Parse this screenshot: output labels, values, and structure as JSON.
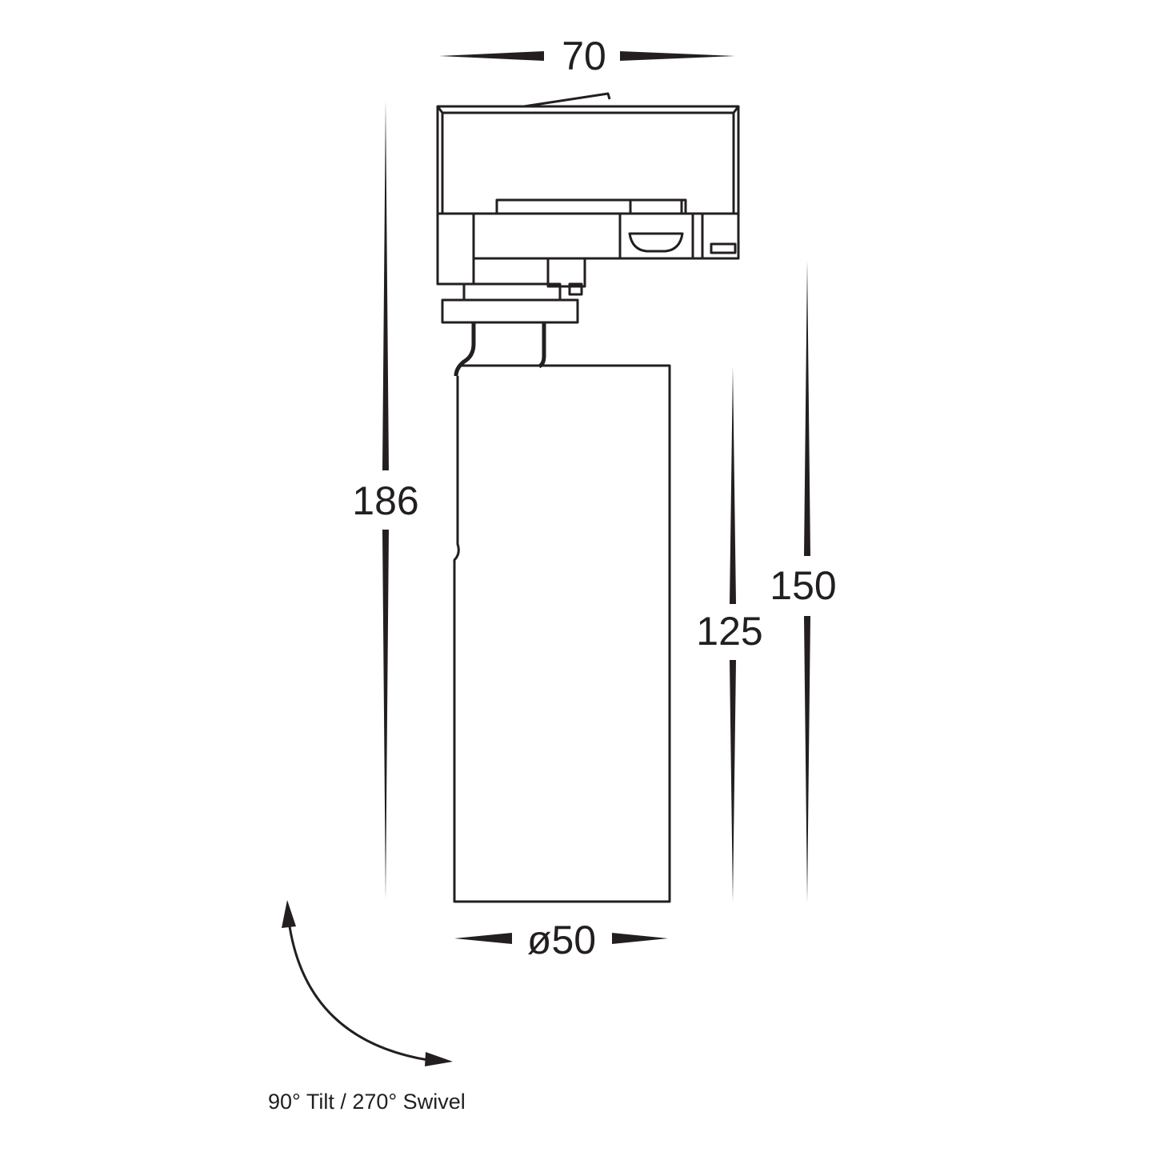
{
  "dimensions": {
    "width": "70",
    "overall_height": "186",
    "body_height": "125",
    "lower_height": "150",
    "diameter": "ø50"
  },
  "note": "90° Tilt / 270° Swivel",
  "colors": {
    "line": "#231f20",
    "background": "#ffffff"
  }
}
